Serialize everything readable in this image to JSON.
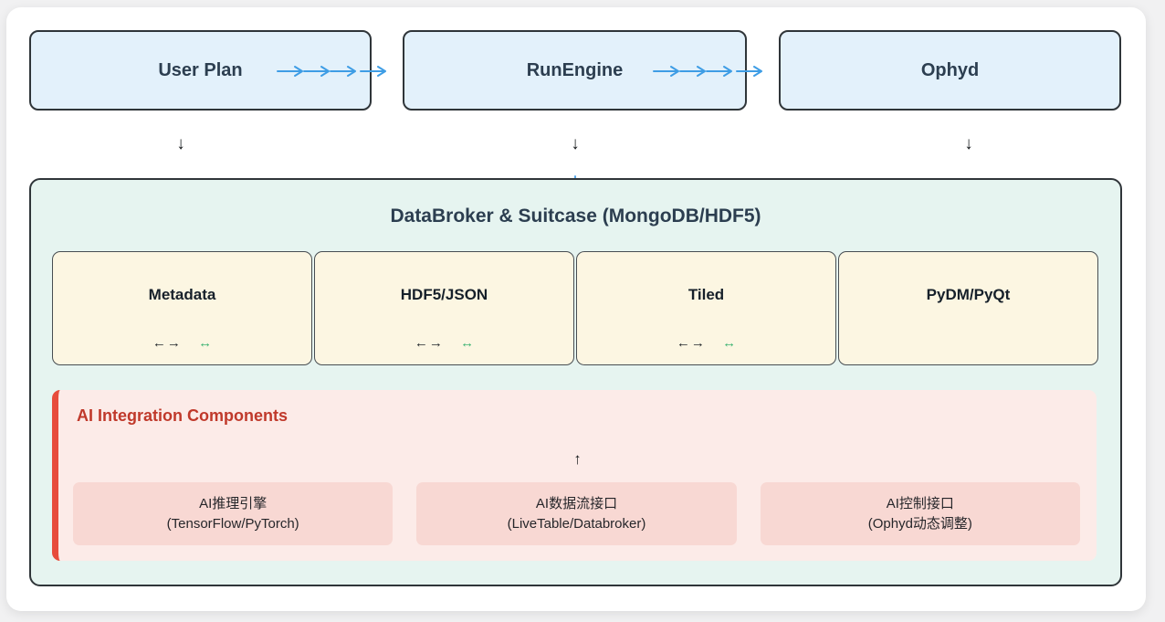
{
  "diagram": {
    "top_nodes": [
      {
        "label": "User Plan"
      },
      {
        "label": "RunEngine"
      },
      {
        "label": "Ophyd"
      }
    ],
    "glyphs": {
      "down_arrow": "↓",
      "up_arrow": "↑",
      "bidir_black": "←→",
      "bidir_green": "↔"
    },
    "storage": {
      "title": "DataBroker & Suitcase (MongoDB/HDF5)",
      "interfaces": [
        {
          "label": "Metadata"
        },
        {
          "label": "HDF5/JSON"
        },
        {
          "label": "Tiled"
        },
        {
          "label": "PyDM/PyQt"
        }
      ],
      "ai_panel": {
        "title": "AI Integration Components",
        "components": [
          {
            "line1": "AI推理引擎",
            "line2": "(TensorFlow/PyTorch)"
          },
          {
            "line1": "AI数据流接口",
            "line2": "(LiveTable/Databroker)"
          },
          {
            "line1": "AI控制接口",
            "line2": "(Ophyd动态调整)"
          }
        ]
      }
    },
    "colors": {
      "node_fill": "#e3f1fb",
      "storage_fill": "#e6f4f0",
      "interface_fill": "#fcf6e2",
      "ai_panel_fill": "#fcebe8",
      "ai_box_fill": "#f8d8d3",
      "ai_accent_bar": "#e74c3c",
      "ai_title_text": "#c0392b",
      "heading_text": "#2c3e50",
      "flow_arrow_blue": "#3e9de5",
      "sync_arrow_green": "#3cb371"
    }
  }
}
